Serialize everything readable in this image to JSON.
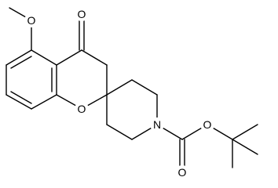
{
  "molecule": {
    "atoms": {
      "methoxy_oxygen": "O",
      "ketone_oxygen": "O",
      "ring_oxygen": "O",
      "piperidine_nitrogen": "N",
      "carbonyl_oxygen": "O",
      "ester_oxygen": "O"
    }
  }
}
